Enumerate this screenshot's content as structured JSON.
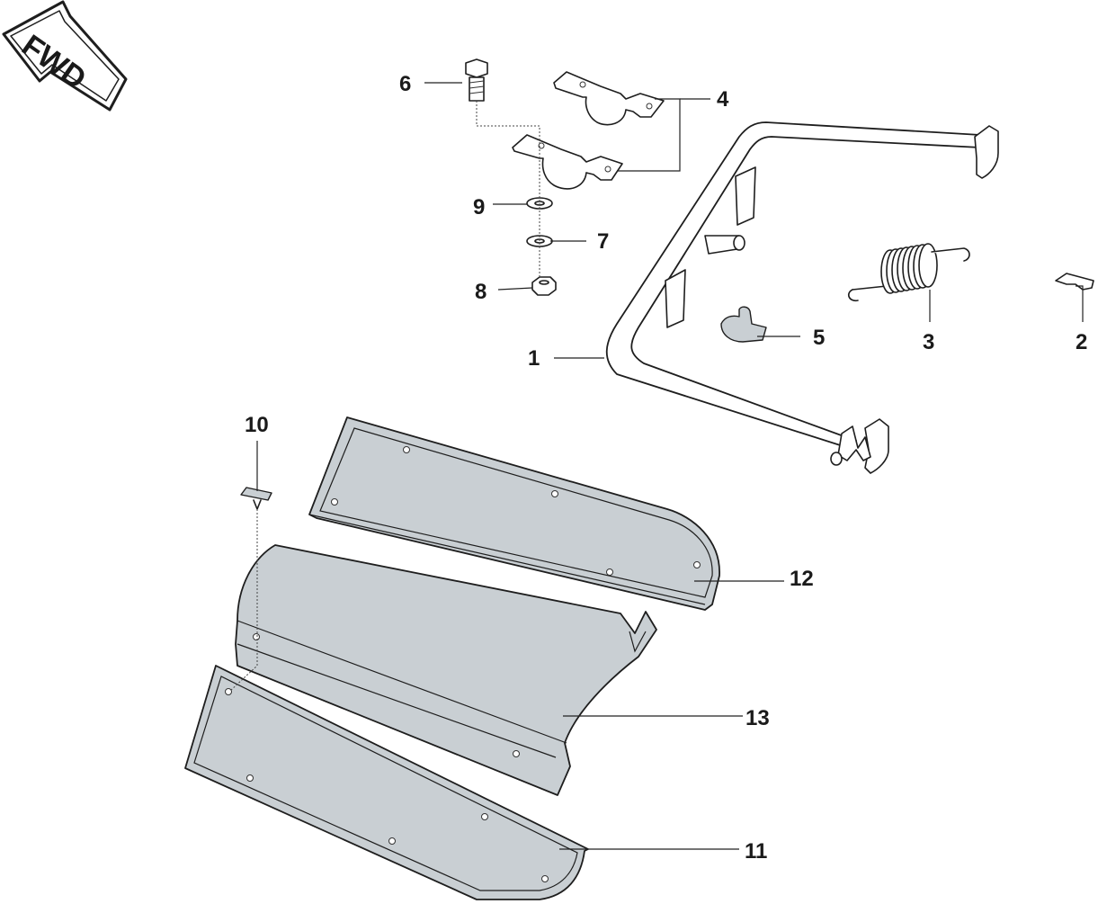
{
  "badge": {
    "label": "FWD"
  },
  "callouts": [
    {
      "id": "1",
      "label": "1"
    },
    {
      "id": "2",
      "label": "2"
    },
    {
      "id": "3",
      "label": "3"
    },
    {
      "id": "4",
      "label": "4"
    },
    {
      "id": "5",
      "label": "5"
    },
    {
      "id": "6",
      "label": "6"
    },
    {
      "id": "7",
      "label": "7"
    },
    {
      "id": "8",
      "label": "8"
    },
    {
      "id": "9",
      "label": "9"
    },
    {
      "id": "10",
      "label": "10"
    },
    {
      "id": "11",
      "label": "11"
    },
    {
      "id": "12",
      "label": "12"
    },
    {
      "id": "13",
      "label": "13"
    }
  ],
  "colors": {
    "panel_fill": "#c9cfd3",
    "line": "#1e1e1e",
    "background": "#ffffff"
  }
}
